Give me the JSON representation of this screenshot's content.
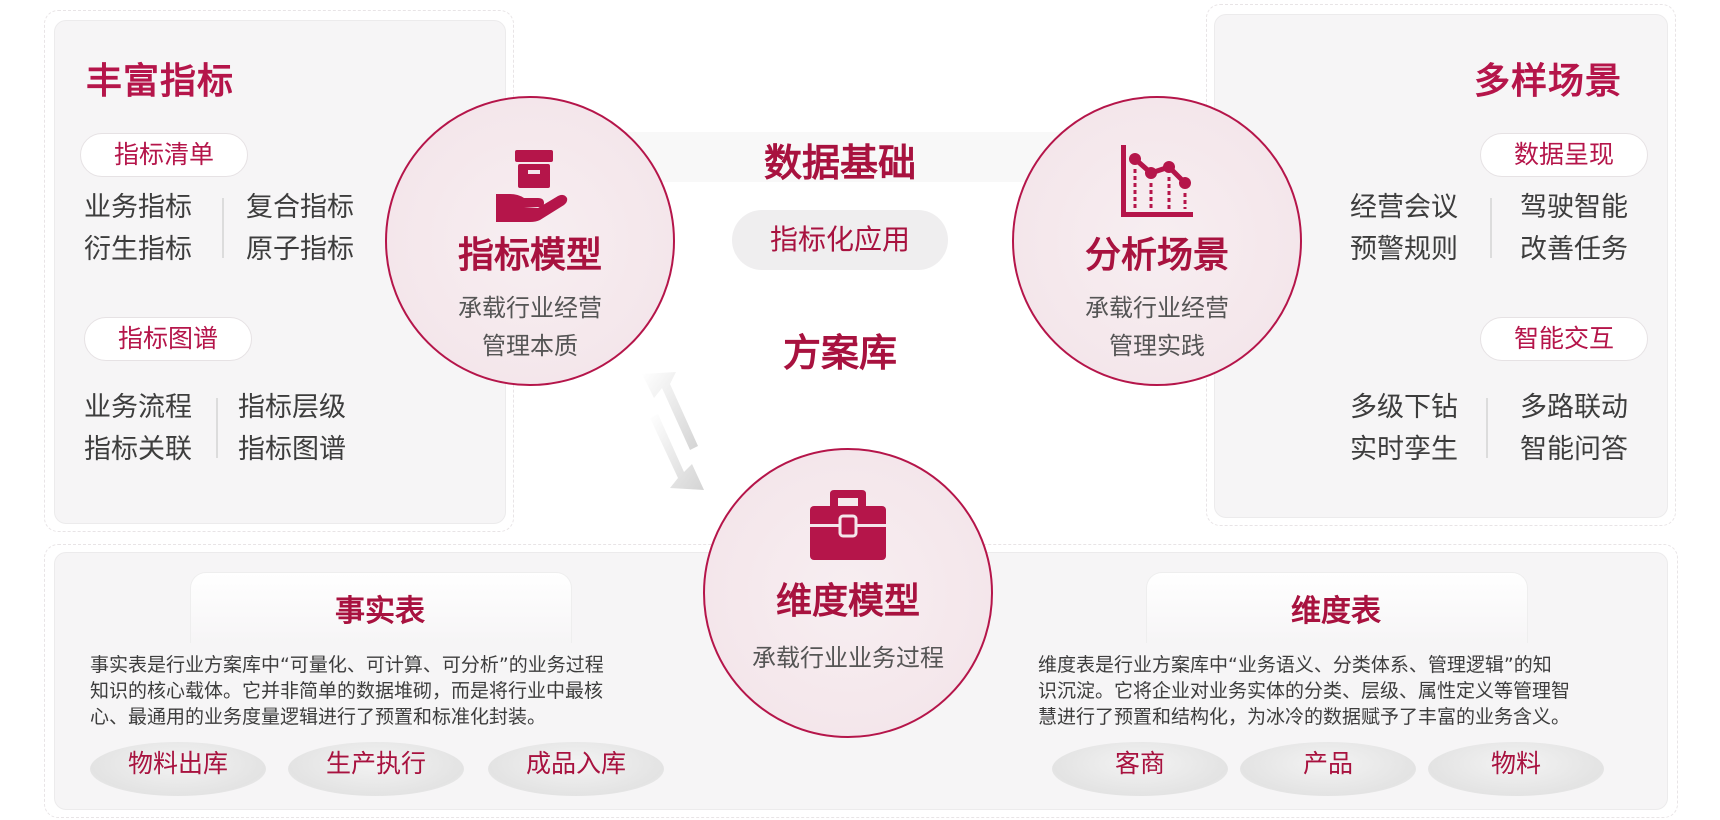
{
  "colors": {
    "accent": "#a8123f",
    "panel": "#f6f5f6"
  },
  "left_panel": {
    "title": "丰富指标",
    "group1": {
      "pill": "指标清单",
      "items": [
        "业务指标",
        "衍生指标",
        "复合指标",
        "原子指标"
      ]
    },
    "group2": {
      "pill": "指标图谱",
      "items": [
        "业务流程",
        "指标关联",
        "指标层级",
        "指标图谱"
      ]
    }
  },
  "right_panel": {
    "title": "多样场景",
    "group1": {
      "pill": "数据呈现",
      "items": [
        "经营会议",
        "预警规则",
        "驾驶智能",
        "改善任务"
      ]
    },
    "group2": {
      "pill": "智能交互",
      "items": [
        "多级下钻",
        "实时孪生",
        "多路联动",
        "智能问答"
      ]
    }
  },
  "center": {
    "top_label": "数据基础",
    "middle_pill": "指标化应用",
    "bottom_label": "方案库"
  },
  "circles": {
    "metric_model": {
      "icon": "hand-box-icon",
      "title": "指标模型",
      "sub1": "承载行业经营",
      "sub2": "管理本质"
    },
    "analysis_scene": {
      "icon": "line-chart-icon",
      "title": "分析场景",
      "sub1": "承载行业经营",
      "sub2": "管理实践"
    },
    "dimension_model": {
      "icon": "toolbox-icon",
      "title": "维度模型",
      "sub1": "承载行业业务过程"
    }
  },
  "fact_table": {
    "title": "事实表",
    "lines": [
      "事实表是行业方案库中“可量化、可计算、可分析”的业务过程",
      "知识的核心载体。它并非简单的数据堆砌，而是将行业中最核",
      "心、最通用的业务度量逻辑进行了预置和标准化封装。"
    ],
    "tags": [
      "物料出库",
      "生产执行",
      "成品入库"
    ]
  },
  "dim_table": {
    "title": "维度表",
    "lines": [
      "维度表是行业方案库中“业务语义、分类体系、管理逻辑”的知",
      "识沉淀。它将企业对业务实体的分类、层级、属性定义等管理智",
      "慧进行了预置和结构化，为冰冷的数据赋予了丰富的业务含义。"
    ],
    "tags": [
      "客商",
      "产品",
      "物料"
    ]
  }
}
